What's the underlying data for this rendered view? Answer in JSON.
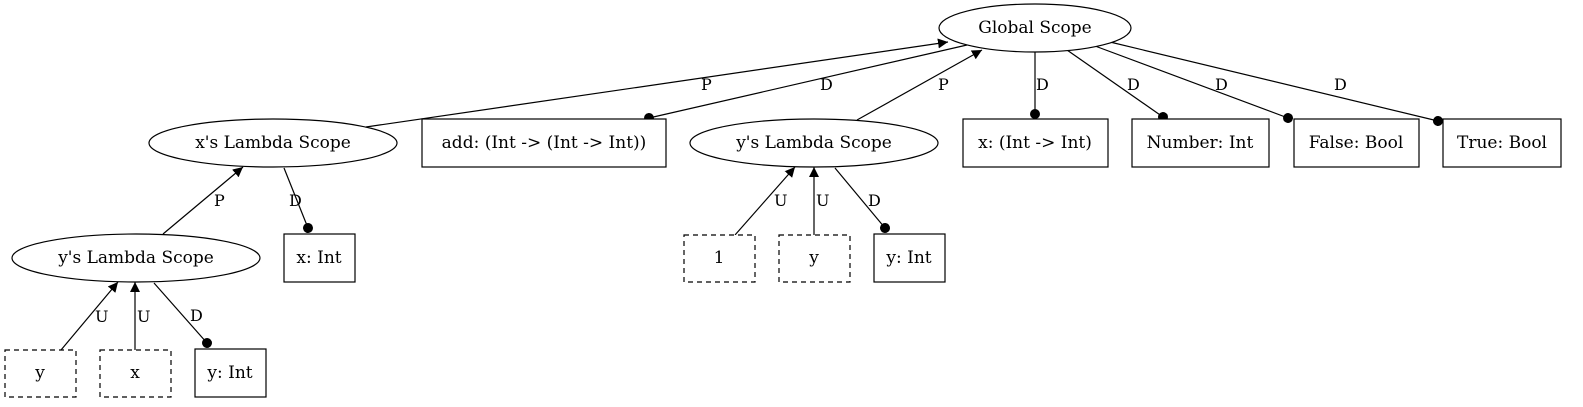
{
  "nodes": {
    "global": "Global Scope",
    "x_lambda": "x's Lambda Scope",
    "add": "add: (Int -> (Int -> Int))",
    "y_lambda_right": "y's Lambda Scope",
    "x_fn": "x: (Int -> Int)",
    "number": "Number: Int",
    "false_bool": "False: Bool",
    "true_bool": "True: Bool",
    "y_lambda_left": "y's Lambda Scope",
    "x_int": "x: Int",
    "one_ref": "1",
    "y_ref_right": "y",
    "y_int_right": "y: Int",
    "y_ref_left": "y",
    "x_ref_left": "x",
    "y_int_left": "y: Int"
  },
  "edges": {
    "x_lambda_to_global": "P",
    "add_to_global": "D",
    "y_lambda_right_to_global": "P",
    "x_fn_to_global": "D",
    "number_to_global": "D",
    "false_to_global": "D",
    "true_to_global": "D",
    "y_lambda_left_to_x_lambda": "P",
    "x_int_to_x_lambda": "D",
    "one_to_y_lambda_right": "U",
    "y_ref_to_y_lambda_right": "U",
    "y_int_to_y_lambda_right": "D",
    "y_ref_to_y_lambda_left": "U",
    "x_ref_to_y_lambda_left": "U",
    "y_int_to_y_lambda_left": "D"
  },
  "legend_styles": {
    "scope": "ellipse",
    "declaration": "solid-box",
    "reference": "dashed-box"
  },
  "colors": {
    "stroke": "#000000",
    "background": "#ffffff"
  }
}
